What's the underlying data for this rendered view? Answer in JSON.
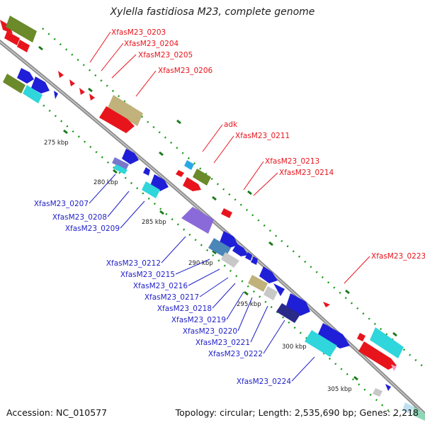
{
  "title": "Xylella fastidiosa M23, complete genome",
  "footer": {
    "accession": "Accession: NC_010577",
    "topology": "Topology: circular; Length: 2,535,690 bp; Genes: 2,218"
  },
  "colors": {
    "backbone": "#8c8c8c",
    "label_forward": "#e8141c",
    "label_reverse": "#1f1fc8",
    "tick": "#1a7a1a",
    "dots": "#1a9a1a"
  },
  "scale_ticks": [
    "275 kbp",
    "280 kbp",
    "285 kbp",
    "290 kbp",
    "295 kbp",
    "300 kbp",
    "305 kbp"
  ],
  "gene_labels": {
    "forward": [
      "XfasM23_0203",
      "XfasM23_0204",
      "XfasM23_0205",
      "XfasM23_0206",
      "adk",
      "XfasM23_0211",
      "XfasM23_0213",
      "XfasM23_0214",
      "XfasM23_0223"
    ],
    "reverse": [
      "XfasM23_0207",
      "XfasM23_0208",
      "XfasM23_0209",
      "XfasM23_0212",
      "XfasM23_0215",
      "XfasM23_0216",
      "XfasM23_0217",
      "XfasM23_0218",
      "XfasM23_0219",
      "XfasM23_0220",
      "XfasM23_0221",
      "XfasM23_0222",
      "XfasM23_0224"
    ]
  }
}
